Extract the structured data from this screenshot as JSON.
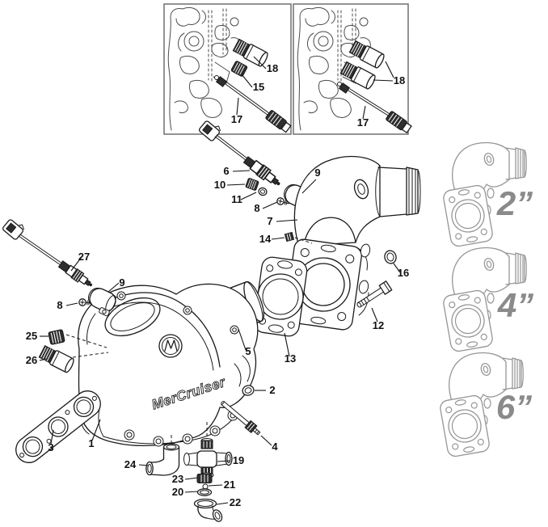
{
  "page": {
    "background": "#ffffff"
  },
  "diagram": {
    "kind": "exhaust-manifold-and-elbow-exploded-parts-diagram",
    "line_color": "#1a1a1a",
    "inset_border_color": "#787878",
    "variant_color": "#969696",
    "variant_label_color": "#8a8a8a"
  },
  "brand": {
    "logo_text": "MerCruiser"
  },
  "variants": [
    {
      "label": "2”"
    },
    {
      "label": "4”"
    },
    {
      "label": "6”"
    }
  ],
  "callouts": [
    {
      "num": "18",
      "area": "inset-left"
    },
    {
      "num": "15",
      "area": "inset-left"
    },
    {
      "num": "17",
      "area": "inset-left"
    },
    {
      "num": "18",
      "area": "inset-right"
    },
    {
      "num": "17",
      "area": "inset-right"
    },
    {
      "num": "6",
      "area": "main"
    },
    {
      "num": "9",
      "area": "main"
    },
    {
      "num": "10",
      "area": "main"
    },
    {
      "num": "11",
      "area": "main"
    },
    {
      "num": "8",
      "area": "main"
    },
    {
      "num": "7",
      "area": "main"
    },
    {
      "num": "14",
      "area": "main"
    },
    {
      "num": "16",
      "area": "main"
    },
    {
      "num": "12",
      "area": "main"
    },
    {
      "num": "27",
      "area": "main"
    },
    {
      "num": "9",
      "area": "main"
    },
    {
      "num": "8",
      "area": "main"
    },
    {
      "num": "25",
      "area": "main"
    },
    {
      "num": "26",
      "area": "main"
    },
    {
      "num": "5",
      "area": "main"
    },
    {
      "num": "13",
      "area": "main"
    },
    {
      "num": "2",
      "area": "main"
    },
    {
      "num": "4",
      "area": "main"
    },
    {
      "num": "3",
      "area": "main"
    },
    {
      "num": "1",
      "area": "main"
    },
    {
      "num": "24",
      "area": "main"
    },
    {
      "num": "19",
      "area": "main"
    },
    {
      "num": "23",
      "area": "main"
    },
    {
      "num": "21",
      "area": "main"
    },
    {
      "num": "20",
      "area": "main"
    },
    {
      "num": "22",
      "area": "main"
    }
  ]
}
